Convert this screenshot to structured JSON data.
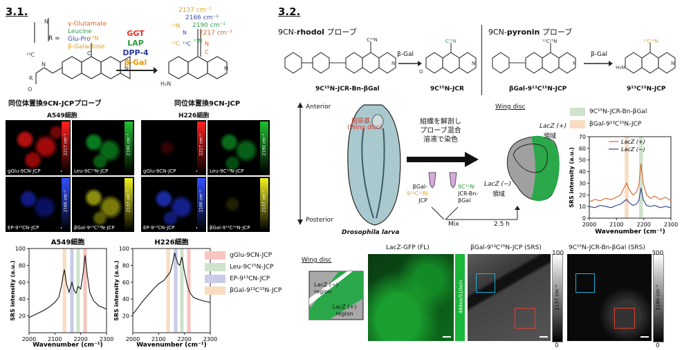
{
  "left": {
    "section_title": "3.1.",
    "r_equals": "R =",
    "r_options": [
      {
        "text": "γ-Glutamate",
        "color": "#e0622b"
      },
      {
        "text": "Leucine",
        "color": "#2e9a48"
      },
      {
        "text": "Glu-Pro",
        "color": "#3a4aa8"
      },
      {
        "text": "β-Galactose",
        "color": "#e0a020"
      }
    ],
    "enzymes": [
      {
        "text": "GGT",
        "color": "#e03020"
      },
      {
        "text": "LAP",
        "color": "#2a9a3a"
      },
      {
        "text": "DPP-4",
        "color": "#2a3a9a"
      },
      {
        "text": "β-Gal",
        "color": "#e09a10"
      }
    ],
    "wavenumbers": [
      {
        "text": "2137 cm⁻¹",
        "color": "#e0a020"
      },
      {
        "text": "2166 cm⁻¹",
        "color": "#3a4aa8"
      },
      {
        "text": "2190 cm⁻¹",
        "color": "#2e9a48"
      },
      {
        "text": "2217 cm⁻¹",
        "color": "#e0622b"
      }
    ],
    "probe_caption": "同位体置換9CN-JCPプローブ",
    "product_caption": "同位体置換9CN-JCP",
    "cell_a549": "A549細胞",
    "cell_h226": "H226細胞",
    "panels_a549": [
      {
        "label": "gGlu-9CN-JCP",
        "cbar": "2217 cm⁻¹"
      },
      {
        "label": "Leu-9C¹⁵N-JCP",
        "cbar": "2190 cm⁻¹"
      },
      {
        "label": "EP-9¹³CN-JCP",
        "cbar": "2166 cm⁻¹"
      },
      {
        "label": "βGal-9¹³C¹⁵N-JCP",
        "cbar": "2137 cm⁻¹"
      }
    ],
    "panels_h226": [
      {
        "label": "gGlu-9CN-JCP",
        "cbar": "2217 cm⁻¹"
      },
      {
        "label": "Leu-9C¹⁵N-JCP",
        "cbar": "2190 cm⁻¹"
      },
      {
        "label": "EP-9¹³CN-JCP",
        "cbar": "2166 cm⁻¹"
      },
      {
        "label": "βGal-9¹³C¹⁵N-JCP",
        "cbar": "2137 cm⁻¹"
      }
    ],
    "legend": [
      {
        "text": "gGlu-9CN-JCP",
        "color": "#f7c6bf"
      },
      {
        "text": "Leu-9C¹⁵N-JCP",
        "color": "#cfe3cc"
      },
      {
        "text": "EP-9¹³CN-JCP",
        "color": "#c9cbe8"
      },
      {
        "text": "βGal-9¹³C¹⁵N-JCP",
        "color": "#f9dcc0"
      }
    ]
  },
  "right": {
    "section_title": "3.2.",
    "rhodol_title_pre": "9CN-",
    "rhodol_title_bold": "rhodol",
    "rhodol_title_post": " プローブ",
    "pyronin_title_pre": "9CN-",
    "pyronin_title_bold": "pyronin",
    "pyronin_title_post": " プローブ",
    "beta_gal": "β-Gal",
    "mol_rhodol_probe": "9C¹⁵N-JCR-Bn-βGal",
    "mol_rhodol_product": "9C¹⁵N-JCR",
    "mol_pyronin_probe": "βGal-9¹³C¹⁵N-JCP",
    "mol_pyronin_product": "9¹³C¹⁵N-JCP",
    "anterior": "Anterior",
    "posterior": "Posterior",
    "wing_disc_jp": "翅原基",
    "wing_disc_en": "(Wing disc)",
    "larva": "Drosophila larva",
    "procedure_lines": [
      "組織を解剖し",
      "プローブ混合",
      "溶液で染色"
    ],
    "wing_disc_title": "Wing disc",
    "lacz_plus_region": "LacZ (+)",
    "lacz_minus_region": "LacZ (−)",
    "region_jp": "領域",
    "tube1": [
      "βGal-",
      "9¹³C¹⁵N-",
      "JCP"
    ],
    "tube2": [
      "9C¹⁵N-",
      "JCR-Bn-",
      "βGal"
    ],
    "mix": "Mix",
    "time": "2.5 h",
    "legend": [
      {
        "text": "9C¹⁵N-JCR-Bn-βGal",
        "color": "#cfe3cc"
      },
      {
        "text": "βGal-9¹³C¹⁵N-JCP",
        "color": "#f9dcc0"
      }
    ],
    "bottom_wing_disc": "Wing disc",
    "schematic_minus": "LacZ (−) region",
    "schematic_plus": "LacZ (+) region",
    "img1_title": "LacZ-GFP (FL)",
    "img1_cbar": "488ex/510em",
    "img2_title": "βGal-9¹³C¹⁵N-JCP (SRS)",
    "img2_cbar": "2137 cm⁻¹",
    "img2_max": "100",
    "img2_min": "0",
    "img3_title": "9C¹⁵N-JCR-Bn-βGal (SRS)",
    "img3_cbar": "2190 cm⁻¹",
    "img3_max": "300",
    "img3_min": "0"
  },
  "chart_data": [
    {
      "type": "line",
      "title": "A549細胞",
      "xlabel": "Wavenumber (cm⁻¹)",
      "ylabel": "SRS intensity (a.u.)",
      "xlim": [
        2000,
        2300
      ],
      "ylim": [
        0,
        100
      ],
      "xticks": [
        2000,
        2100,
        2200,
        2300
      ],
      "yticks": [
        20,
        40,
        60,
        80,
        100
      ],
      "bands": [
        {
          "center": 2137,
          "color": "#f9dcc0"
        },
        {
          "center": 2166,
          "color": "#c9cbe8"
        },
        {
          "center": 2190,
          "color": "#cfe3cc"
        },
        {
          "center": 2217,
          "color": "#f7c6bf"
        }
      ],
      "series": [
        {
          "color": "#111111",
          "x": [
            2000,
            2020,
            2040,
            2060,
            2080,
            2100,
            2115,
            2125,
            2132,
            2137,
            2145,
            2155,
            2166,
            2175,
            2182,
            2190,
            2200,
            2210,
            2217,
            2225,
            2235,
            2250,
            2270,
            2300
          ],
          "y": [
            18,
            21,
            24,
            27,
            31,
            36,
            42,
            55,
            68,
            75,
            58,
            48,
            60,
            50,
            47,
            55,
            52,
            72,
            92,
            70,
            48,
            38,
            32,
            28
          ]
        }
      ]
    },
    {
      "type": "line",
      "title": "H226細胞",
      "xlabel": "Wavenumber (cm⁻¹)",
      "ylabel": "SRS intensity (a.u.)",
      "xlim": [
        2000,
        2300
      ],
      "ylim": [
        0,
        100
      ],
      "xticks": [
        2000,
        2100,
        2200,
        2300
      ],
      "yticks": [
        20,
        40,
        60,
        80,
        100
      ],
      "bands": [
        {
          "center": 2137,
          "color": "#f9dcc0"
        },
        {
          "center": 2166,
          "color": "#c9cbe8"
        },
        {
          "center": 2190,
          "color": "#cfe3cc"
        },
        {
          "center": 2217,
          "color": "#f7c6bf"
        }
      ],
      "series": [
        {
          "color": "#111111",
          "x": [
            2000,
            2020,
            2040,
            2060,
            2080,
            2100,
            2120,
            2135,
            2145,
            2155,
            2162,
            2168,
            2175,
            2182,
            2190,
            2200,
            2210,
            2220,
            2235,
            2250,
            2270,
            2300
          ],
          "y": [
            22,
            30,
            38,
            45,
            52,
            58,
            62,
            68,
            72,
            84,
            95,
            88,
            82,
            80,
            90,
            72,
            58,
            48,
            42,
            40,
            38,
            36
          ]
        }
      ]
    },
    {
      "type": "line",
      "title": "",
      "xlabel": "Wavenumber (cm⁻¹)",
      "ylabel": "SRS intensity (a.u.)",
      "xlim": [
        2000,
        2300
      ],
      "ylim": [
        0,
        70
      ],
      "xticks": [
        2000,
        2100,
        2200,
        2300
      ],
      "yticks": [
        0,
        10,
        20,
        30,
        40,
        50,
        60,
        70
      ],
      "bands": [
        {
          "center": 2137,
          "color": "#f9dcc0"
        },
        {
          "center": 2190,
          "color": "#cfe3cc"
        }
      ],
      "legend": [
        "LacZ (+)",
        "LacZ (−)"
      ],
      "series": [
        {
          "name": "LacZ (+)",
          "color": "#d8612a",
          "x": [
            2000,
            2020,
            2040,
            2060,
            2080,
            2100,
            2115,
            2125,
            2137,
            2148,
            2160,
            2172,
            2182,
            2190,
            2198,
            2210,
            2225,
            2240,
            2260,
            2280,
            2300
          ],
          "y": [
            14,
            16,
            15,
            17,
            16,
            18,
            20,
            25,
            30,
            24,
            20,
            22,
            28,
            47,
            30,
            20,
            17,
            19,
            16,
            18,
            15
          ]
        },
        {
          "name": "LacZ (−)",
          "color": "#2a3a8a",
          "x": [
            2000,
            2020,
            2040,
            2060,
            2080,
            2100,
            2115,
            2125,
            2137,
            2148,
            2160,
            2172,
            2182,
            2190,
            2198,
            2210,
            2225,
            2240,
            2260,
            2280,
            2300
          ],
          "y": [
            10,
            9,
            11,
            10,
            9,
            11,
            12,
            14,
            16,
            13,
            11,
            12,
            15,
            26,
            16,
            11,
            10,
            11,
            9,
            10,
            9
          ]
        }
      ]
    }
  ]
}
